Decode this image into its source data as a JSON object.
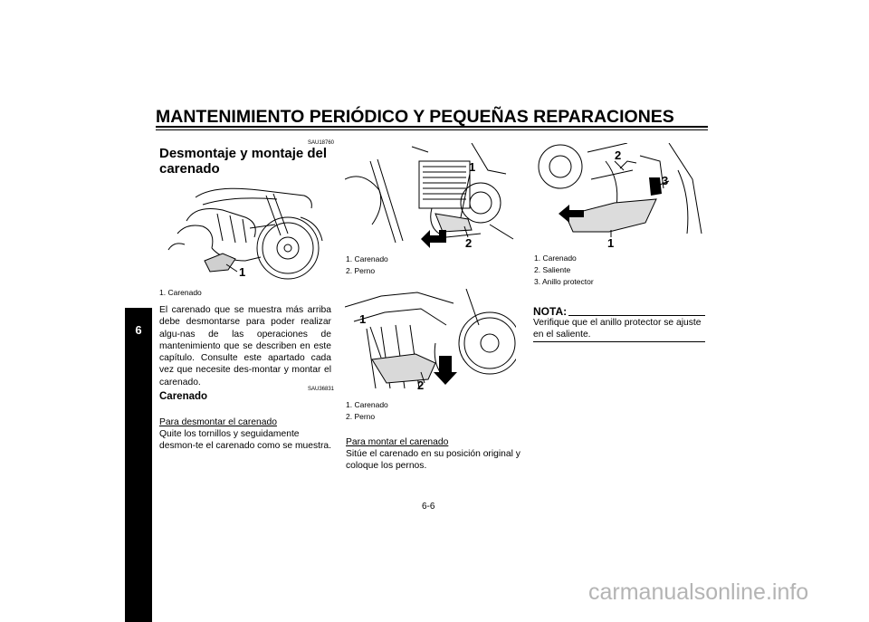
{
  "header": {
    "title": "MANTENIMIENTO PERIÓDICO Y PEQUEÑAS REPARACIONES"
  },
  "tab": {
    "label": "6"
  },
  "col1": {
    "code1": "SAU18760",
    "heading_line1": "Desmontaje y montaje del",
    "heading_line2": "carenado",
    "fig_callout": "1",
    "caption": "1.  Carenado",
    "paragraph": "El carenado que se muestra más arriba debe desmontarse para poder realizar algu-nas de las operaciones de mantenimiento que se describen en este capítulo. Consulte este apartado cada vez que necesite des-montar y montar el carenado.",
    "code2": "SAU36831",
    "subheading": "Carenado",
    "removal_heading": "Para desmontar el carenado",
    "removal_text": "Quite los tornillos y seguidamente desmon-te el carenado como se muestra."
  },
  "col2": {
    "fig1_callouts": [
      "1",
      "2"
    ],
    "caption1": [
      "1.  Carenado",
      "2.  Perno"
    ],
    "fig2_callouts": [
      "1",
      "2"
    ],
    "caption2": [
      "1.  Carenado",
      "2.  Perno"
    ],
    "install_heading": "Para montar el carenado",
    "install_text": "Sitúe el carenado en su posición original y coloque los pernos."
  },
  "col3": {
    "fig_callouts": [
      "2",
      "3",
      "1"
    ],
    "caption": [
      "1.  Carenado",
      "2.  Saliente",
      "3.  Anillo protector"
    ],
    "nota_label": "NOTA:",
    "nota_text": "Verifique que el anillo protector se ajuste en el saliente."
  },
  "footer": {
    "page_number": "6-6",
    "watermark": "carmanualsonline.info"
  }
}
